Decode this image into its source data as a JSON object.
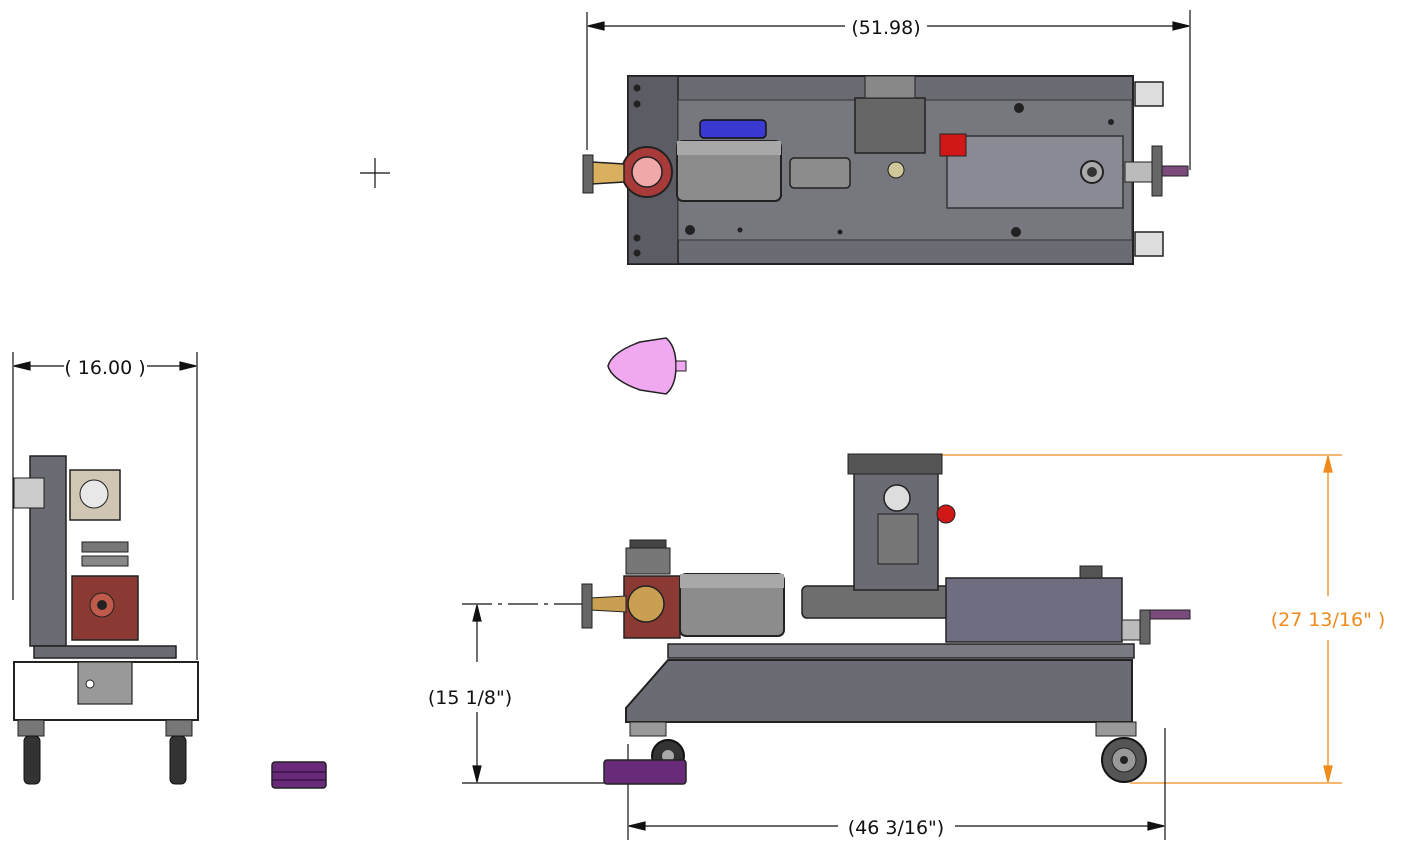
{
  "dimensions": {
    "top_width": "(51.98)",
    "end_width": "( 16.00 )",
    "axis_height": "(15 1/8\")",
    "overall_height": "(27 13/16\" )",
    "wheelbase": "(46 3/16\")"
  },
  "colors": {
    "frame": "#6b6b73",
    "frame_dark": "#4a4a52",
    "motor_red": "#8a3a32",
    "brass": "#c9a052",
    "cylinder": "#8c8c8c",
    "blue_cylinder": "#3a3ad0",
    "pink_part": "#f0a8f0",
    "purple_part": "#6a2a7a",
    "highlight_dim": "#f08a1a",
    "red_valve": "#d01818"
  }
}
